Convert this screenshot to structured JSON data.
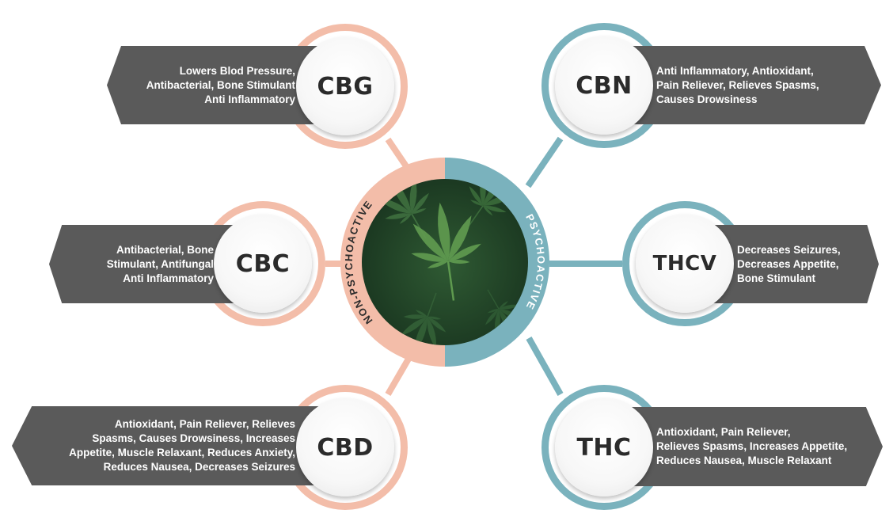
{
  "colors": {
    "non_psychoactive": "#f3bda9",
    "psychoactive": "#7ab2bd",
    "banner": "#5a5a5a",
    "banner_text": "#ffffff",
    "badge_text": "#2b2b2b"
  },
  "center": {
    "left_label": "NON-PSYCHOACTIVE",
    "right_label": "PSYCHOACTIVE",
    "image": "cannabis-leaf-photo"
  },
  "cannabinoids": [
    {
      "id": "cbg",
      "name": "CBG",
      "group": "non_psychoactive",
      "effects": "Lowers Blod Pressure,\nAntibacterial, Bone Stimulant\nAnti Inflammatory"
    },
    {
      "id": "cbc",
      "name": "CBC",
      "group": "non_psychoactive",
      "effects": "Antibacterial, Bone\nStimulant, Antifungal\nAnti Inflammatory"
    },
    {
      "id": "cbd",
      "name": "CBD",
      "group": "non_psychoactive",
      "effects": "Antioxidant, Pain Reliever, Relieves\nSpasms, Causes Drowsiness, Increases\nAppetite, Muscle Relaxant, Reduces Anxiety,\nReduces Nausea, Decreases Seizures"
    },
    {
      "id": "cbn",
      "name": "CBN",
      "group": "psychoactive",
      "effects": "Anti Inflammatory, Antioxidant,\nPain Reliever, Relieves Spasms,\nCauses Drowsiness"
    },
    {
      "id": "thcv",
      "name": "THCV",
      "group": "psychoactive",
      "effects": "Decreases Seizures,\nDecreases Appetite,\nBone Stimulant"
    },
    {
      "id": "thc",
      "name": "THC",
      "group": "psychoactive",
      "effects": "Antioxidant, Pain Reliever,\nRelieves Spasms, Increases Appetite,\nReduces Nausea, Muscle Relaxant"
    }
  ]
}
